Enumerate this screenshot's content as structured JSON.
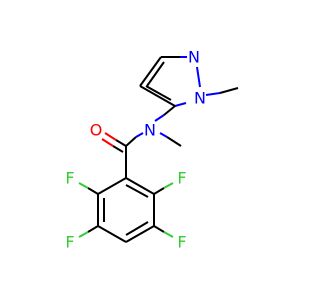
{
  "molecule": {
    "colors": {
      "carbon_bond": "#000000",
      "oxygen": "#ff0000",
      "nitrogen": "#0000ff",
      "fluorine": "#33cc33",
      "background": "#ffffff"
    },
    "labels": {
      "o_carbonyl": "O",
      "n_amide": "N",
      "n_pyrazole_top": "N",
      "n_pyrazole_methyl": "N",
      "f_upper_left": "F",
      "f_upper_right": "F",
      "f_lower_left": "F",
      "f_lower_right": "F"
    }
  }
}
